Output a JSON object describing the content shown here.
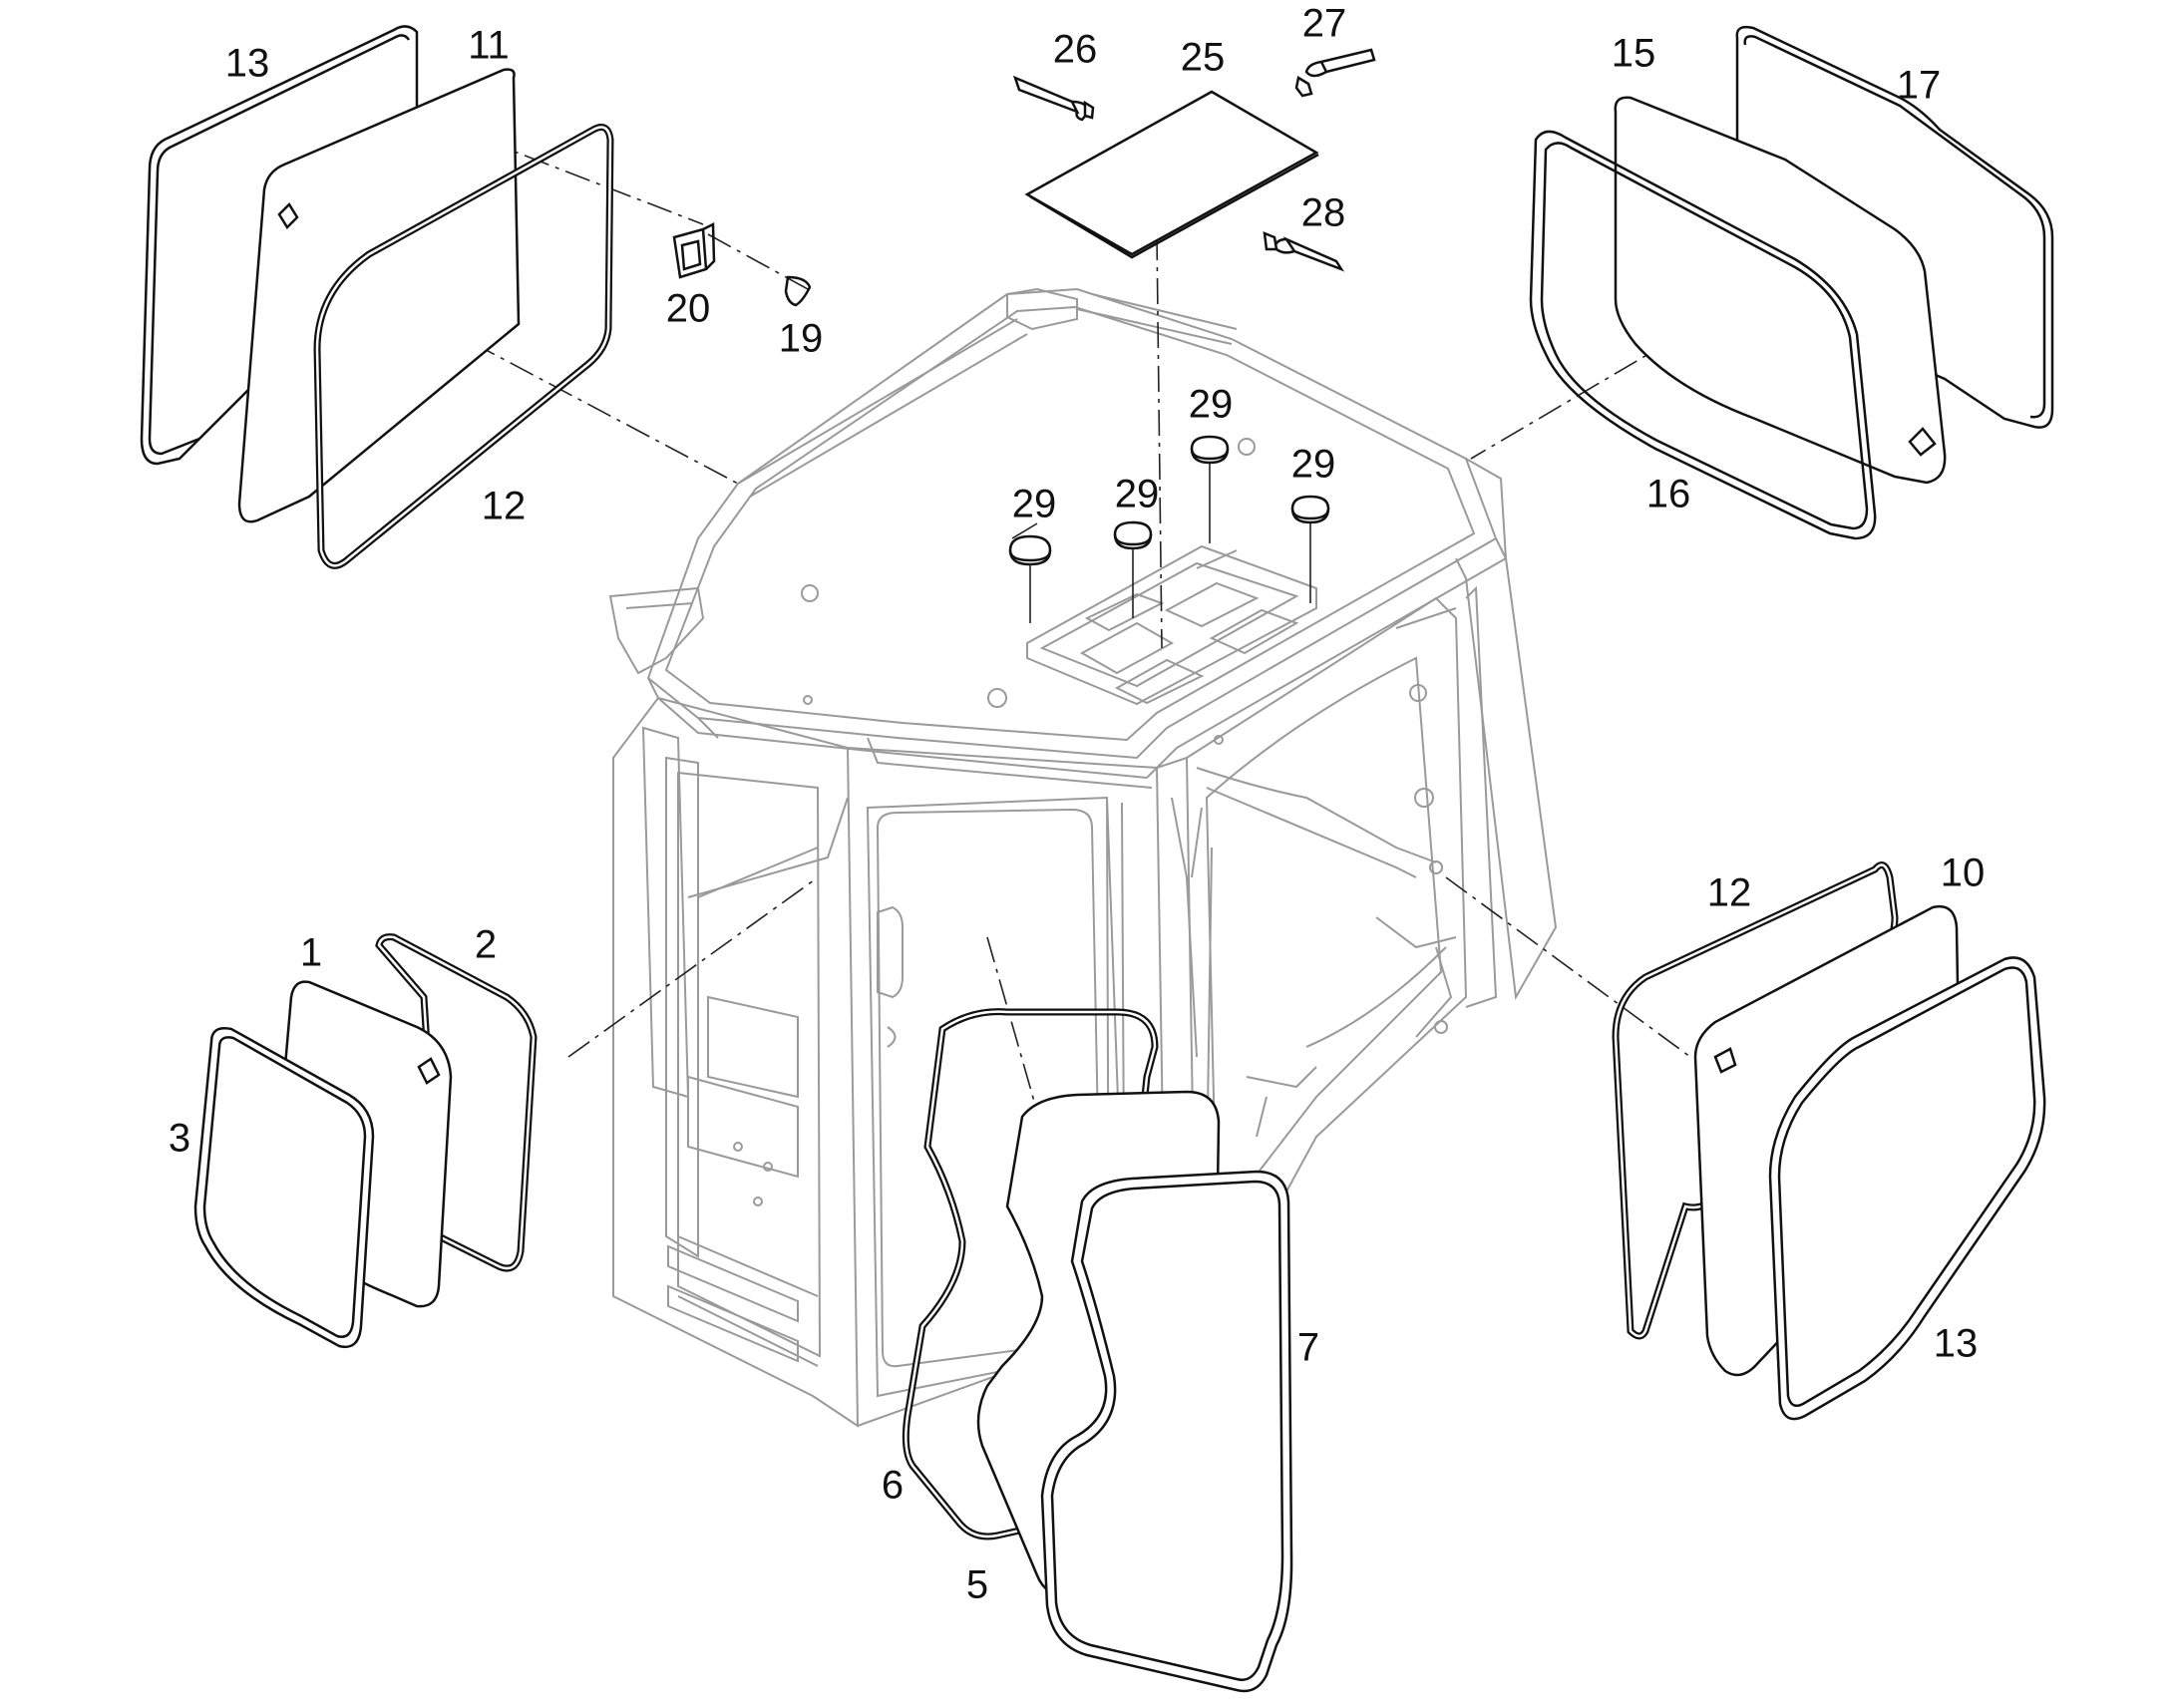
{
  "callouts": [
    {
      "id": "c13a",
      "text": "13"
    },
    {
      "id": "c11",
      "text": "11"
    },
    {
      "id": "c12a",
      "text": "12"
    },
    {
      "id": "c20",
      "text": "20"
    },
    {
      "id": "c19",
      "text": "19"
    },
    {
      "id": "c26",
      "text": "26"
    },
    {
      "id": "c25",
      "text": "25"
    },
    {
      "id": "c27",
      "text": "27"
    },
    {
      "id": "c28",
      "text": "28"
    },
    {
      "id": "c15",
      "text": "15"
    },
    {
      "id": "c17",
      "text": "17"
    },
    {
      "id": "c16",
      "text": "16"
    },
    {
      "id": "c29a",
      "text": "29"
    },
    {
      "id": "c29b",
      "text": "29"
    },
    {
      "id": "c29c",
      "text": "29"
    },
    {
      "id": "c29d",
      "text": "29"
    },
    {
      "id": "c1",
      "text": "1"
    },
    {
      "id": "c2",
      "text": "2"
    },
    {
      "id": "c3",
      "text": "3"
    },
    {
      "id": "c12b",
      "text": "12"
    },
    {
      "id": "c10",
      "text": "10"
    },
    {
      "id": "c13b",
      "text": "13"
    },
    {
      "id": "c6",
      "text": "6"
    },
    {
      "id": "c5",
      "text": "5"
    },
    {
      "id": "c7",
      "text": "7"
    }
  ]
}
